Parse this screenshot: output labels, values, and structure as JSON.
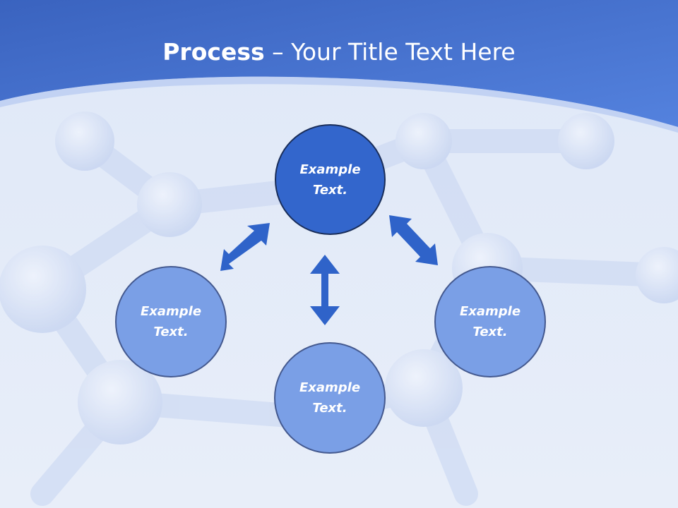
{
  "title": {
    "bold": "Process",
    "rest": " – Your Title Text Here"
  },
  "nodes": {
    "top": "Example\nText.",
    "left": "Example\nText.",
    "bottom": "Example\nText.",
    "right": "Example\nText."
  },
  "colors": {
    "header": "#4a7bd6",
    "accent_node": "#3366cc",
    "node": "#7a9fe6",
    "arrow": "#2f63c9"
  }
}
